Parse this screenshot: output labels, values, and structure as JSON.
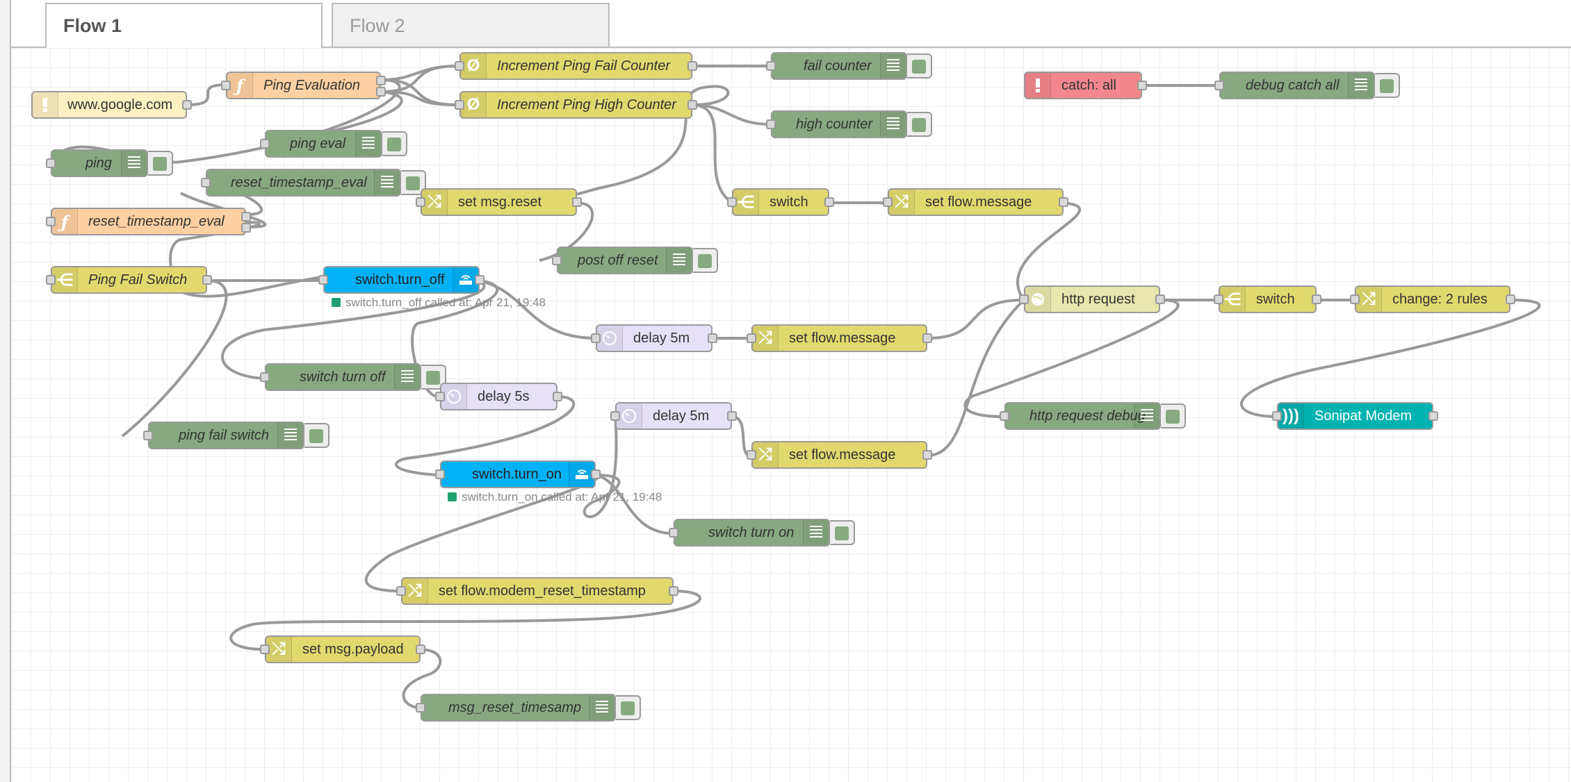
{
  "tabs": [
    {
      "label": "Flow 1",
      "active": true
    },
    {
      "label": "Flow 2",
      "active": false
    }
  ],
  "nodes": {
    "google": {
      "label": "www.google.com",
      "icon": "inject-icon",
      "color": "#fdf0c2"
    },
    "pingEval": {
      "label": "Ping Evaluation",
      "icon": "function-icon",
      "color": "#fdd0a2"
    },
    "incFail": {
      "label": "Increment Ping Fail Counter",
      "icon": "counter-icon",
      "color": "#e2d96e"
    },
    "incHigh": {
      "label": "Increment Ping High Counter",
      "icon": "counter-icon",
      "color": "#e2d96e"
    },
    "failCounter": {
      "label": "fail counter",
      "icon": "debug-icon",
      "color": "#87a980"
    },
    "highCounter": {
      "label": "high counter",
      "icon": "debug-icon",
      "color": "#87a980"
    },
    "catchAll": {
      "label": "catch: all",
      "icon": "catch-icon",
      "color": "#f4878d"
    },
    "debugCatch": {
      "label": "debug catch all",
      "icon": "debug-icon",
      "color": "#87a980"
    },
    "pingEvalDbg": {
      "label": "ping eval",
      "icon": "debug-icon",
      "color": "#87a980"
    },
    "ping": {
      "label": "ping",
      "icon": "debug-icon",
      "color": "#87a980"
    },
    "resetTsEvalDbg": {
      "label": "reset_timestamp_eval",
      "icon": "debug-icon",
      "color": "#87a980"
    },
    "resetTsEvalFn": {
      "label": "reset_timestamp_eval",
      "icon": "function-icon",
      "color": "#fdd0a2"
    },
    "setMsgReset": {
      "label": "set msg.reset",
      "icon": "change-icon",
      "color": "#e2d96e"
    },
    "switch1": {
      "label": "switch",
      "icon": "switch-icon",
      "color": "#e2d96e"
    },
    "setFlowMsg1": {
      "label": "set flow.message",
      "icon": "change-icon",
      "color": "#e2d96e"
    },
    "postOffReset": {
      "label": "post off reset",
      "icon": "debug-icon",
      "color": "#87a980"
    },
    "pingFailSwitch": {
      "label": "Ping Fail Switch",
      "icon": "switch-icon",
      "color": "#e2d96e"
    },
    "turnOff": {
      "label": "switch.turn_off",
      "icon": "home-assistant-icon",
      "color": "#03b2f6",
      "status": "switch.turn_off called at: Apr 21, 19:48"
    },
    "httpRequest": {
      "label": "http request",
      "icon": "globe-icon",
      "color": "#e7e7ae"
    },
    "switch2": {
      "label": "switch",
      "icon": "switch-icon",
      "color": "#e2d96e"
    },
    "change2": {
      "label": "change: 2 rules",
      "icon": "change-icon",
      "color": "#e2d96e"
    },
    "delay5m1": {
      "label": "delay 5m",
      "icon": "clock-icon",
      "color": "#e6e0f8"
    },
    "setFlowMsg2": {
      "label": "set flow.message",
      "icon": "change-icon",
      "color": "#e2d96e"
    },
    "switchTurnOffDbg": {
      "label": "switch turn off",
      "icon": "debug-icon",
      "color": "#87a980"
    },
    "delay5s": {
      "label": "delay 5s",
      "icon": "clock-icon",
      "color": "#e6e0f8"
    },
    "httpDebug": {
      "label": "http request debug",
      "icon": "debug-icon",
      "color": "#87a980"
    },
    "sonipat": {
      "label": "Sonipat Modem",
      "icon": "wireless-icon",
      "color": "#00b2b2"
    },
    "pingFailSwitchDbg": {
      "label": "ping fail switch",
      "icon": "debug-icon",
      "color": "#87a980"
    },
    "delay5m2": {
      "label": "delay 5m",
      "icon": "clock-icon",
      "color": "#e6e0f8"
    },
    "setFlowMsg3": {
      "label": "set flow.message",
      "icon": "change-icon",
      "color": "#e2d96e"
    },
    "turnOn": {
      "label": "switch.turn_on",
      "icon": "home-assistant-icon",
      "color": "#03b2f6",
      "status": "switch.turn_on called at: Apr 21, 19:48"
    },
    "switchTurnOnDbg": {
      "label": "switch turn on",
      "icon": "debug-icon",
      "color": "#87a980"
    },
    "setFlowModem": {
      "label": "set flow.modem_reset_timestamp",
      "icon": "change-icon",
      "color": "#e2d96e"
    },
    "setMsgPayload": {
      "label": "set msg.payload",
      "icon": "change-icon",
      "color": "#e2d96e"
    },
    "msgResetTs": {
      "label": "msg_reset_timesamp",
      "icon": "debug-icon",
      "color": "#87a980"
    }
  }
}
